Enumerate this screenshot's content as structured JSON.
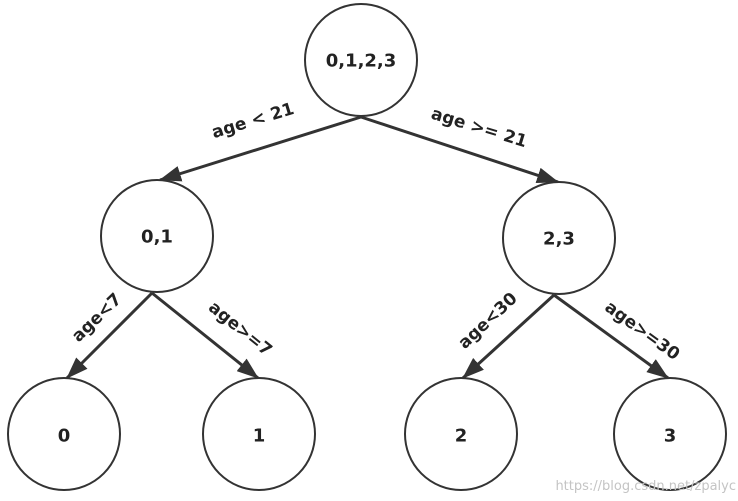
{
  "diagram": {
    "nodes": [
      {
        "id": "root",
        "label": "0,1,2,3"
      },
      {
        "id": "n01",
        "label": "0,1"
      },
      {
        "id": "n23",
        "label": "2,3"
      },
      {
        "id": "n0",
        "label": "0"
      },
      {
        "id": "n1",
        "label": "1"
      },
      {
        "id": "n2",
        "label": "2"
      },
      {
        "id": "n3",
        "label": "3"
      }
    ],
    "edges": [
      {
        "from": "root",
        "to": "n01",
        "label": "age < 21"
      },
      {
        "from": "root",
        "to": "n23",
        "label": "age >= 21"
      },
      {
        "from": "n01",
        "to": "n0",
        "label": "age<7"
      },
      {
        "from": "n01",
        "to": "n1",
        "label": "age>=7"
      },
      {
        "from": "n23",
        "to": "n2",
        "label": "age<30"
      },
      {
        "from": "n23",
        "to": "n3",
        "label": "age>=30"
      }
    ]
  },
  "watermark": "https://blog.csdn.net/zpalyc"
}
